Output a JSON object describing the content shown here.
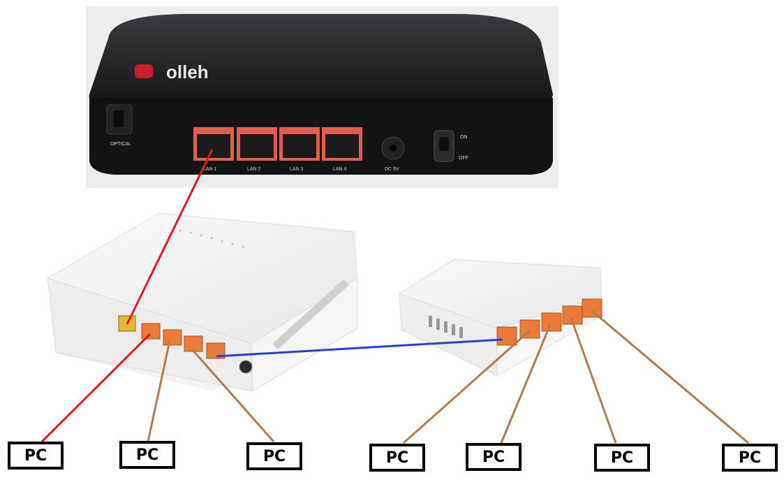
{
  "router": {
    "brand": "olleh",
    "optical_label": "OPTICAL",
    "ports": [
      "LAN 1",
      "LAN 2",
      "LAN 3",
      "LAN 4"
    ],
    "power_label": "DC 5V",
    "switch_on": "ON",
    "switch_off": "OFF"
  },
  "pcs": [
    "PC",
    "PC",
    "PC",
    "PC",
    "PC",
    "PC",
    "PC"
  ],
  "colors": {
    "uplink": "#e8141e",
    "switch_link": "#2c3ecf",
    "pc_cable": "#b47a4f",
    "port_orange": "#e87a3a",
    "router_body": "#1b1b1d"
  }
}
